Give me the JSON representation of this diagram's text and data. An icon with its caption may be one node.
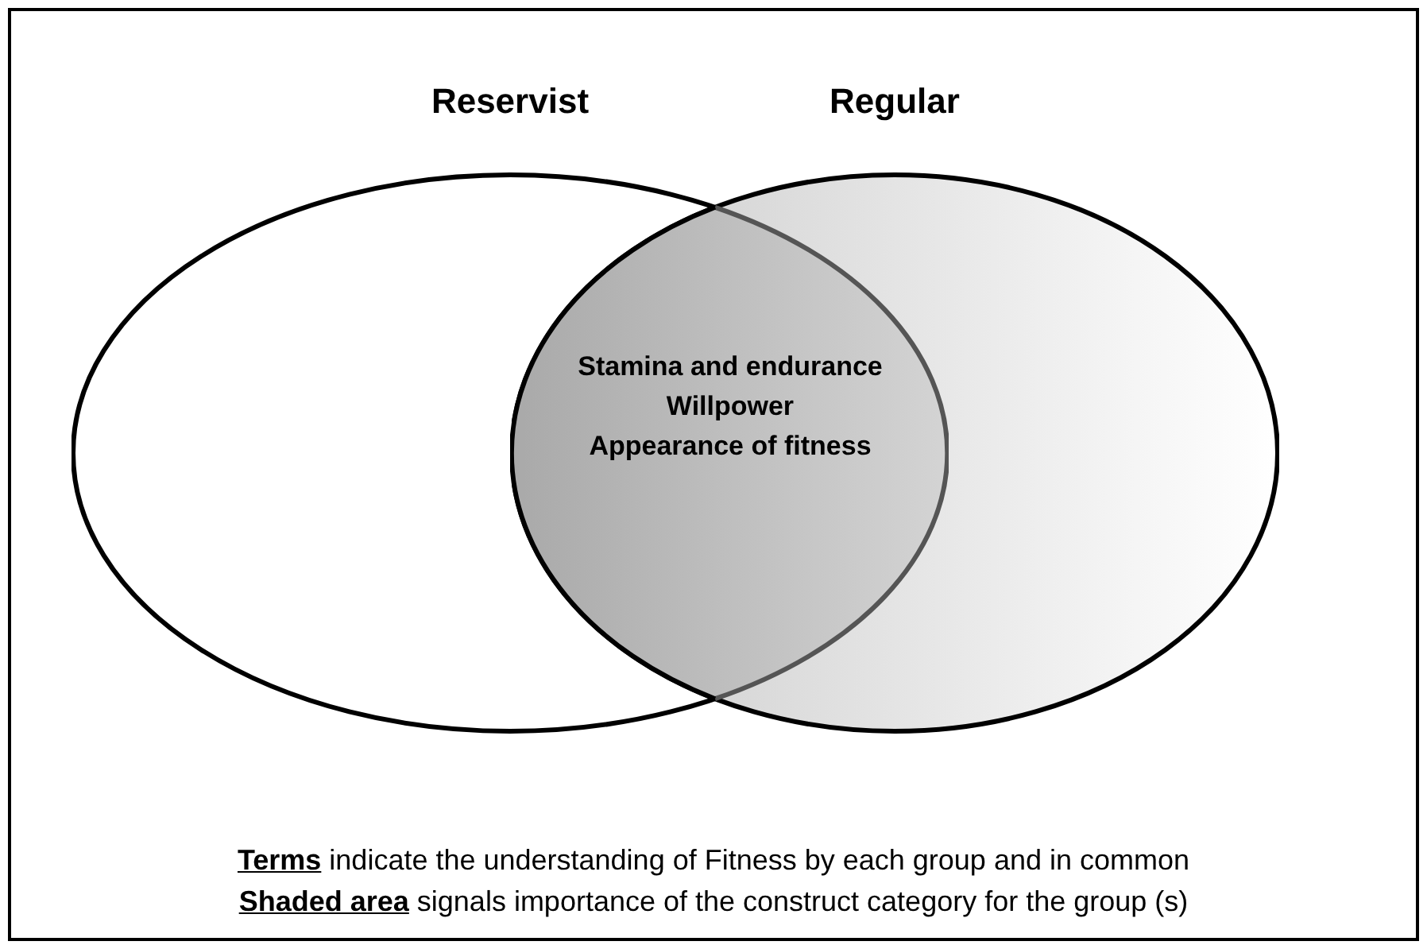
{
  "diagram": {
    "nodes": [
      {
        "text": [
          "Reservist"
        ]
      },
      {
        "text": [
          "Regular"
        ]
      },
      {
        "text": [
          "Stamina and endurance",
          "Willpower",
          "Appearance of fitness"
        ]
      }
    ],
    "labels": [
      "**Terms** indicate the understanding of Fitness by each group and in common",
      "**Shaded area** signals importance of the construct category for the group (s)"
    ]
  }
}
